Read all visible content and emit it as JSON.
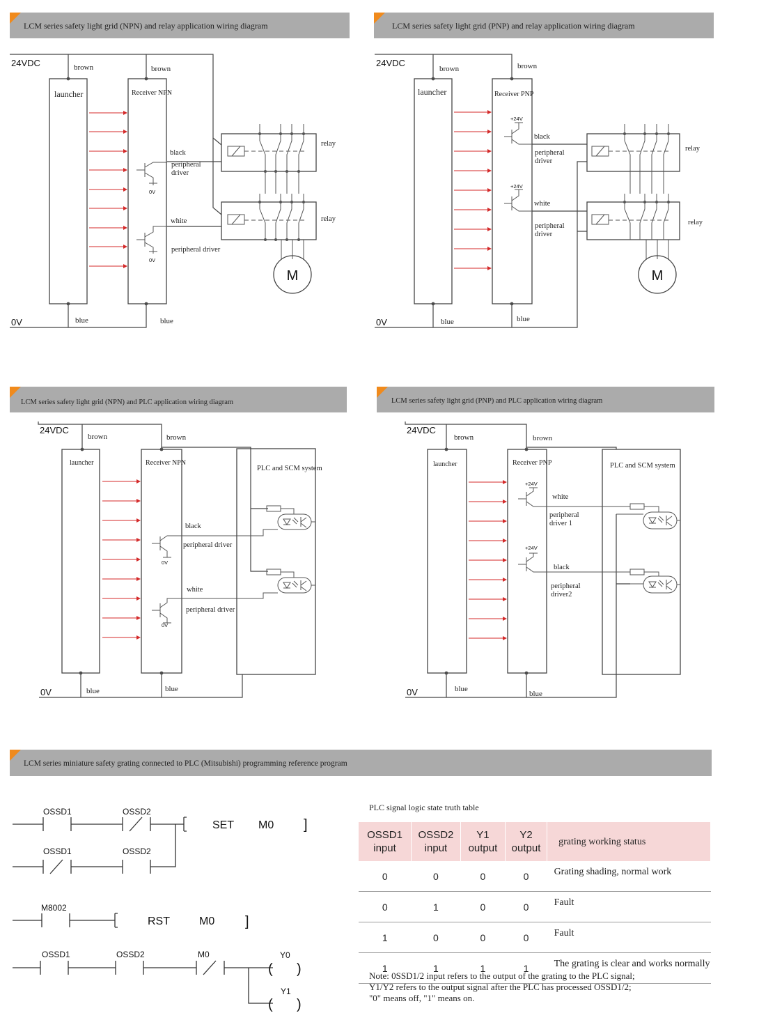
{
  "headers": {
    "npn_relay": "LCM series safety light grid (NPN) and relay application wiring diagram",
    "pnp_relay": "LCM series safety light grid (PNP) and relay application wiring diagram",
    "npn_plc": "LCM series safety light grid (NPN) and PLC application wiring diagram",
    "pnp_plc": "LCM series safety light grid (PNP) and PLC application wiring diagram",
    "ladder": "LCM series miniature safety grating connected to PLC (Mitsubishi) programming reference program"
  },
  "labels": {
    "v24": "24VDC",
    "v0": "0V",
    "brown": "brown",
    "blue": "blue",
    "black": "black",
    "white": "white",
    "launcher": "launcher",
    "receiver_npn": "Receiver NPN",
    "receiver_pnp": "Receiver PNP",
    "relay": "relay",
    "motor": "M",
    "peripheral_driver": "peripheral driver",
    "peripheral": "peripheral",
    "driver": "driver",
    "driver1": "driver 1",
    "driver2": "driver2",
    "zero_v": "0V",
    "plus24": "+24V",
    "plc_system": "PLC and SCM system"
  },
  "ladder": {
    "ossd1": "OSSD1",
    "ossd2": "OSSD2",
    "m8002": "M8002",
    "m0": "M0",
    "set": "SET",
    "rst": "RST",
    "y0": "Y0",
    "y1": "Y1",
    "bracket_open": "[",
    "bracket_close": "]",
    "paren_open": "(",
    "paren_close": ")"
  },
  "truth_table": {
    "title": "PLC signal logic state truth table",
    "headers": [
      {
        "l1": "OSSD1",
        "l2": "input"
      },
      {
        "l1": "OSSD2",
        "l2": "input"
      },
      {
        "l1": "Y1",
        "l2": "output"
      },
      {
        "l1": "Y2",
        "l2": "output"
      }
    ],
    "status_header": "grating working status",
    "rows": [
      {
        "ossd1": "0",
        "ossd2": "0",
        "y1": "0",
        "y2": "0",
        "status": "Grating shading, normal work"
      },
      {
        "ossd1": "0",
        "ossd2": "1",
        "y1": "0",
        "y2": "0",
        "status": "Fault"
      },
      {
        "ossd1": "1",
        "ossd2": "0",
        "y1": "0",
        "y2": "0",
        "status": "Fault"
      },
      {
        "ossd1": "1",
        "ossd2": "1",
        "y1": "1",
        "y2": "1",
        "status": "The grating is clear and works normally"
      }
    ]
  },
  "note": [
    "Note: 0SSD1/2 input refers to the output of the grating to the PLC signal;",
    "Y1/Y2 refers to the output signal after the PLC has processed OSSD1/2;",
    "\"0\" means off, \"1\" means on."
  ],
  "colors": {
    "header_bar": "#ababab",
    "header_accent": "#f08a1c",
    "light_ray": "#d42a2a",
    "table_header": "#f6d7d7"
  }
}
